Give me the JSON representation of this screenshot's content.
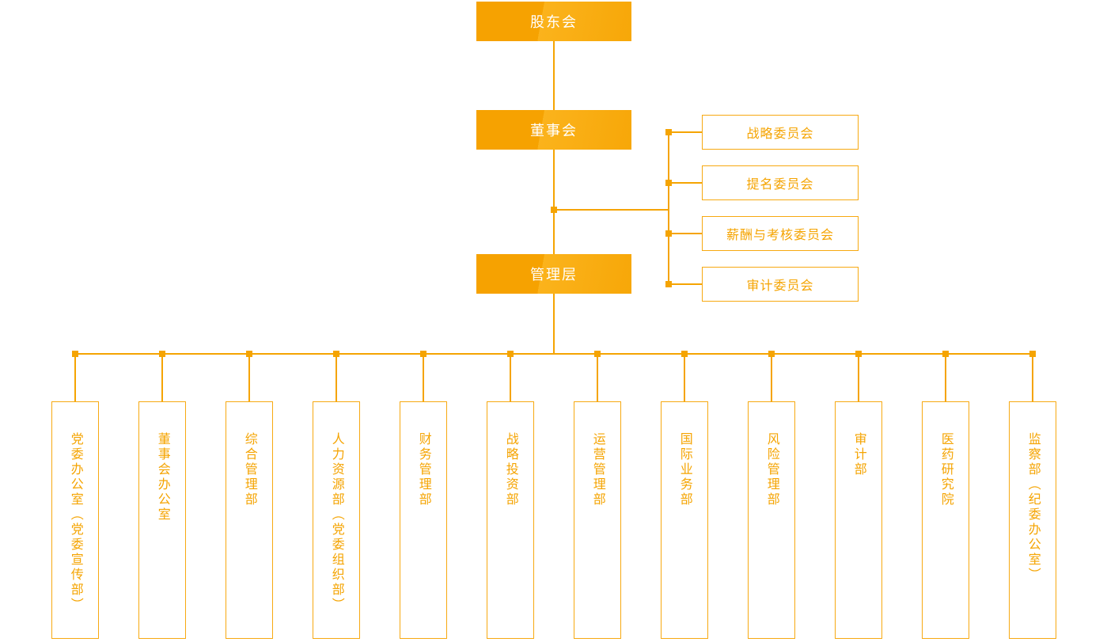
{
  "accent_color": "#F5A402",
  "chart": {
    "root": {
      "label": "股东会"
    },
    "board": {
      "label": "董事会"
    },
    "management": {
      "label": "管理层"
    },
    "committees": [
      {
        "label": "战略委员会"
      },
      {
        "label": "提名委员会"
      },
      {
        "label": "薪酬与考核委员会"
      },
      {
        "label": "审计委员会"
      }
    ],
    "departments": [
      {
        "label": "党委办公室（党委宣传部）"
      },
      {
        "label": "董事会办公室"
      },
      {
        "label": "综合管理部"
      },
      {
        "label": "人力资源部（党委组织部）"
      },
      {
        "label": "财务管理部"
      },
      {
        "label": "战略投资部"
      },
      {
        "label": "运营管理部"
      },
      {
        "label": "国际业务部"
      },
      {
        "label": "风险管理部"
      },
      {
        "label": "审计部"
      },
      {
        "label": "医药研究院"
      },
      {
        "label": "监察部（纪委办公室）"
      }
    ]
  }
}
